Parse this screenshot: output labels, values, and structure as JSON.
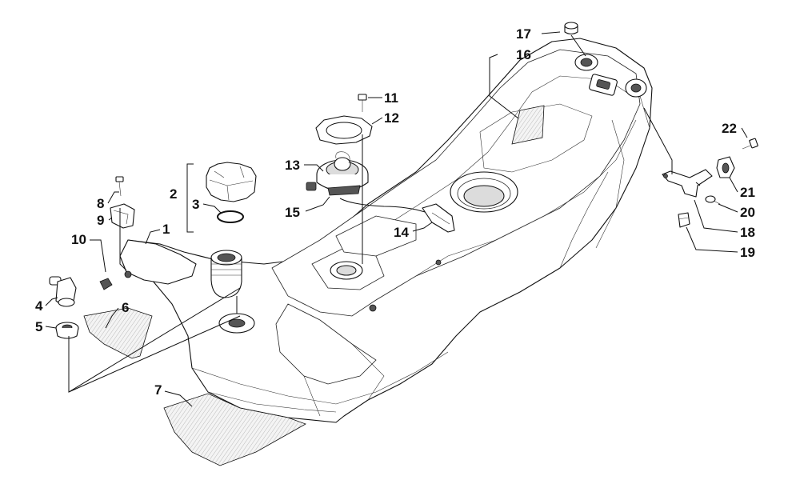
{
  "callouts": [
    {
      "id": "c1",
      "label": "1",
      "part": "tank-left-flange"
    },
    {
      "id": "c2",
      "label": "2",
      "part": "filler-cap-assembly"
    },
    {
      "id": "c3",
      "label": "3",
      "part": "filler-cap-gasket"
    },
    {
      "id": "c4",
      "label": "4",
      "part": "vent-fitting"
    },
    {
      "id": "c5",
      "label": "5",
      "part": "grommet"
    },
    {
      "id": "c6",
      "label": "6",
      "part": "insulation-pad-small"
    },
    {
      "id": "c7",
      "label": "7",
      "part": "insulation-pad-large"
    },
    {
      "id": "c8",
      "label": "8",
      "part": "screw-left"
    },
    {
      "id": "c9",
      "label": "9",
      "part": "bracket-clip"
    },
    {
      "id": "c10",
      "label": "10",
      "part": "hose-clip"
    },
    {
      "id": "c11",
      "label": "11",
      "part": "pump-screw"
    },
    {
      "id": "c12",
      "label": "12",
      "part": "pump-gasket"
    },
    {
      "id": "c13",
      "label": "13",
      "part": "fuel-pump"
    },
    {
      "id": "c14",
      "label": "14",
      "part": "connector"
    },
    {
      "id": "c15",
      "label": "15",
      "part": "wire-harness"
    },
    {
      "id": "c16",
      "label": "16",
      "part": "decal"
    },
    {
      "id": "c17",
      "label": "17",
      "part": "plug"
    },
    {
      "id": "c18",
      "label": "18",
      "part": "clamp"
    },
    {
      "id": "c19",
      "label": "19",
      "part": "nut-clip"
    },
    {
      "id": "c20",
      "label": "20",
      "part": "screw-right"
    },
    {
      "id": "c21",
      "label": "21",
      "part": "bracket-right"
    },
    {
      "id": "c22",
      "label": "22",
      "part": "bolt-right"
    }
  ]
}
